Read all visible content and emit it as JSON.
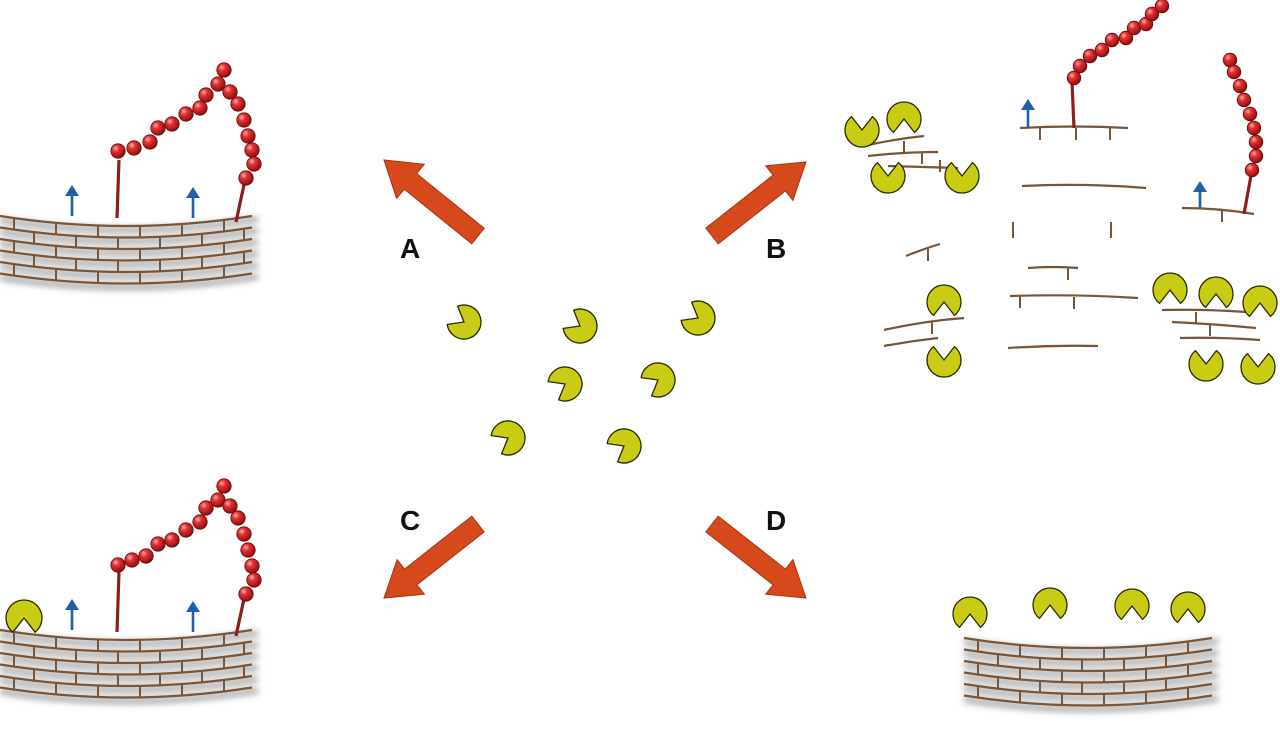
{
  "labels": {
    "a": "A",
    "b": "B",
    "c": "C",
    "d": "D"
  },
  "colors": {
    "background": "#ffffff",
    "wall_line": "#7a5538",
    "wall_fill": "#d8d8d8",
    "wall_shadow": "#9a9a9a",
    "chain_bead": "#d42020",
    "chain_bead_highlight": "#ff9a9a",
    "chain_stalk": "#8a1f1f",
    "blue_marker": "#1f5fa8",
    "pacman": "#c9cc14",
    "arrow": "#d6491d"
  },
  "icons": {
    "enzyme": "pacman-enzyme-icon",
    "wall": "brick-cell-wall",
    "chain": "bead-chain-polymer",
    "marker": "blue-arrow-marker",
    "pathway": "orange-arrow"
  }
}
